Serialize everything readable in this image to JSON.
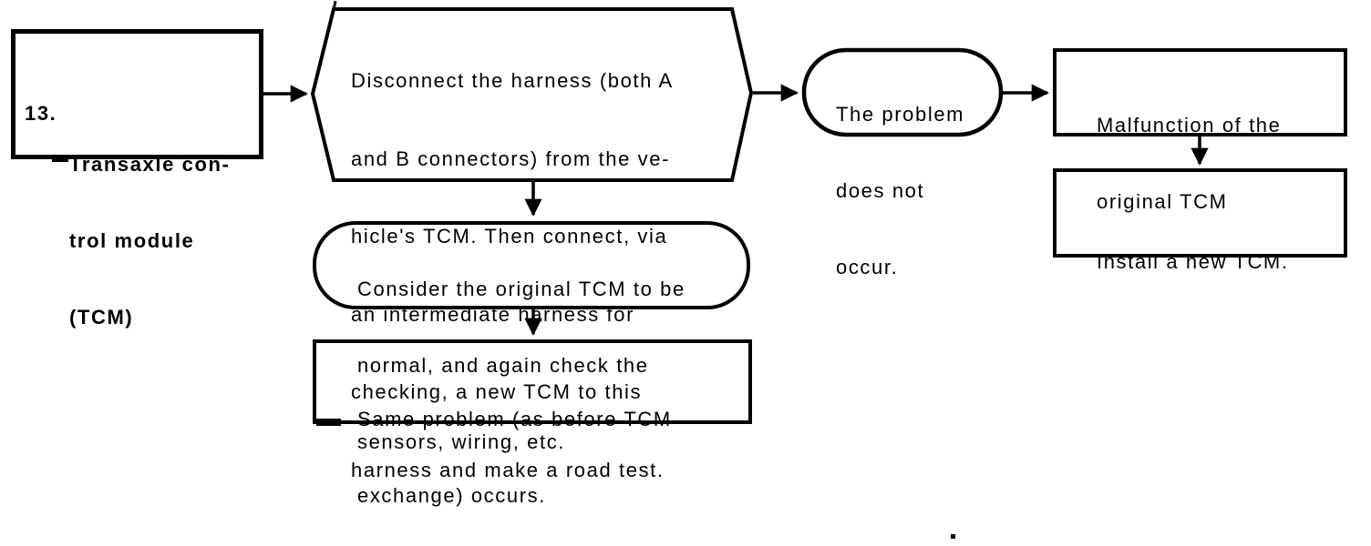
{
  "page": {
    "background_color": "#ffffff",
    "ink_color": "#000000"
  },
  "nodes": {
    "step13": {
      "number": "13.",
      "lines": [
        "Transaxle con-",
        "trol module",
        "(TCM)"
      ]
    },
    "road_test": {
      "lines": [
        "Disconnect the harness (both A",
        "and B connectors) from the ve-",
        "hicle's TCM. Then connect, via",
        "an intermediate harness for",
        "checking, a new TCM to this",
        "harness and make a road test."
      ]
    },
    "no_problem": {
      "lines": [
        "The problem",
        "does not",
        "occur."
      ]
    },
    "malfunction": {
      "lines": [
        "Malfunction of the",
        "original TCM"
      ]
    },
    "install": {
      "lines": [
        "Install a new TCM."
      ]
    },
    "consider_normal": {
      "lines": [
        "Consider the original TCM to be",
        "normal, and again check the",
        "sensors, wiring, etc."
      ]
    },
    "same_problem": {
      "lines": [
        "Same problem (as before TCM",
        "exchange) occurs."
      ]
    }
  }
}
